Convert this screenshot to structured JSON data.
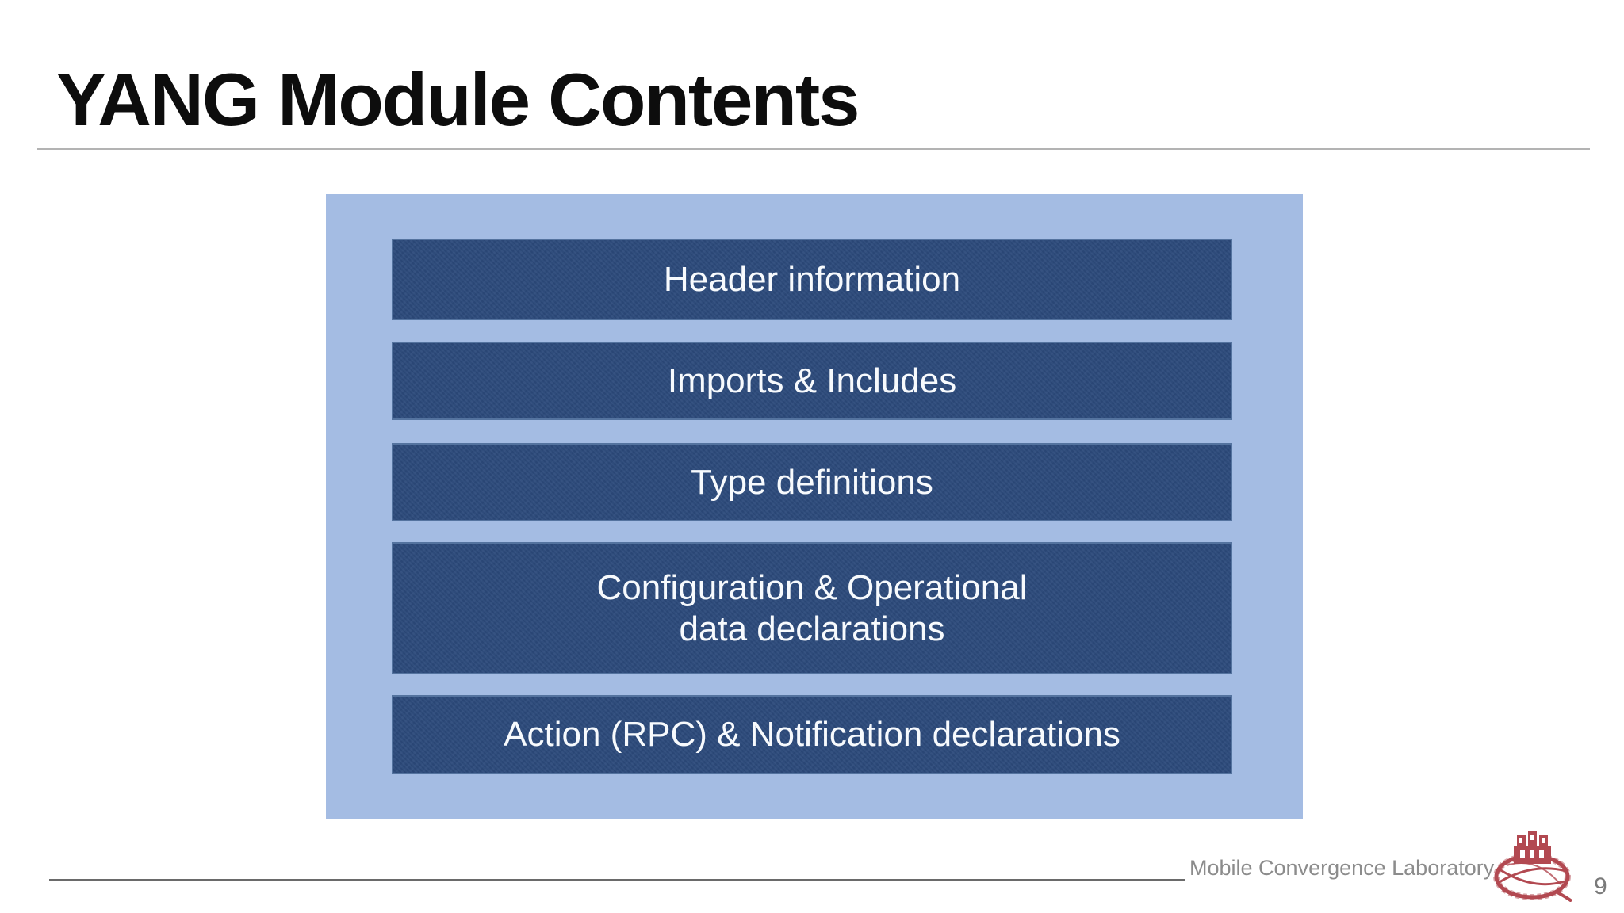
{
  "slide": {
    "title": "YANG Module Contents"
  },
  "diagram": {
    "container_color": "#a4bce3",
    "box_color": "#2c4a7b",
    "box_text_color": "#f7fafd",
    "boxes": [
      {
        "label": "Header information"
      },
      {
        "label": "Imports & Includes"
      },
      {
        "label": "Type definitions"
      },
      {
        "label": "Configuration & Operational\ndata declarations"
      },
      {
        "label": "Action (RPC) & Notification declarations"
      }
    ]
  },
  "footer": {
    "lab_name": "Mobile Convergence Laboratory",
    "page_number": "9",
    "logo_icon": "university-crest-icon",
    "logo_color": "#b24951"
  }
}
